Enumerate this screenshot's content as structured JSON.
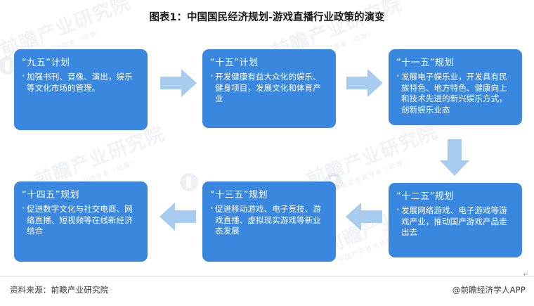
{
  "title": "图表1：中国国民经济规划-游戏直播行业政策的演变",
  "colors": {
    "box_fill": "#3a87e0",
    "arrow_fill": "#a8cbf0",
    "title_text": "#1a1a1a",
    "box_text": "#ffffff",
    "footer_text": "#3a3a3a"
  },
  "chart_data": {
    "type": "diagram",
    "title": "图表1：中国国民经济规划-游戏直播行业政策的演变",
    "flow_direction": "snake: left-to-right (top row), down, right-to-left (bottom row)",
    "nodes": [
      {
        "id": "plan-95",
        "title": "“九五”计划",
        "bullets": [
          "加强书刊、音像、演出，娱乐等文化市场的管理。"
        ]
      },
      {
        "id": "plan-105",
        "title": "“十五”计划",
        "bullets": [
          "开发健康有益大众化的娱乐、健身项目，发展文化和体育产业"
        ]
      },
      {
        "id": "plan-115",
        "title": "“十一五”规划",
        "bullets": [
          "发展电子娱乐业，开发具有民族特色、地方特色、健康向上和技术先进的新兴娱乐方式，创新娱乐业态"
        ]
      },
      {
        "id": "plan-125",
        "title": "“十二五”规划",
        "bullets": [
          "发展网络游戏、电子游戏等游戏产业，推动国产游戏产品走出去"
        ]
      },
      {
        "id": "plan-135",
        "title": "“十三五”规划",
        "bullets": [
          "促进移动游戏、电子竞技、游戏直播、虚拟现实游戏等新业态发展"
        ]
      },
      {
        "id": "plan-145",
        "title": "“十四五”规划",
        "bullets": [
          "促进数字文化与社交电商、网络直播、短视频等在线新经济结合"
        ]
      }
    ],
    "edges": [
      {
        "from": "plan-95",
        "to": "plan-105",
        "direction": "right"
      },
      {
        "from": "plan-105",
        "to": "plan-115",
        "direction": "right"
      },
      {
        "from": "plan-115",
        "to": "plan-125",
        "direction": "down"
      },
      {
        "from": "plan-125",
        "to": "plan-135",
        "direction": "left"
      },
      {
        "from": "plan-135",
        "to": "plan-145",
        "direction": "left"
      }
    ]
  },
  "boxes": {
    "b1": {
      "title": "“九五”计划",
      "bullet": "加强书刊、音像、演出，娱乐等文化市场的管理。"
    },
    "b2": {
      "title": "“十五”计划",
      "bullet": "开发健康有益大众化的娱乐、健身项目，发展文化和体育产业"
    },
    "b3": {
      "title": "“十一五”规划",
      "bullet": "发展电子娱乐业，开发具有民族特色、地方特色、健康向上和技术先进的新兴娱乐方式，创新娱乐业态"
    },
    "b4": {
      "title": "“十二五”规划",
      "bullet": "发展网络游戏、电子游戏等游戏产业，推动国产游戏产品走出去"
    },
    "b5": {
      "title": "“十三五”规划",
      "bullet": "促进移动游戏、电子竞技、游戏直播、虚拟现实游戏等新业态发展"
    },
    "b6": {
      "title": "“十四五”规划",
      "bullet": "促进数字文化与社交电商、网络直播、短视频等在线新经济结合"
    }
  },
  "watermark": {
    "main": "前瞻产业研究院",
    "sub": "中国产业咨询领导者（政策）"
  },
  "footer": {
    "source": "资料来源：前瞻产业研究院",
    "brand": "@前瞻经济学人APP",
    "pilcrow": "↵"
  }
}
